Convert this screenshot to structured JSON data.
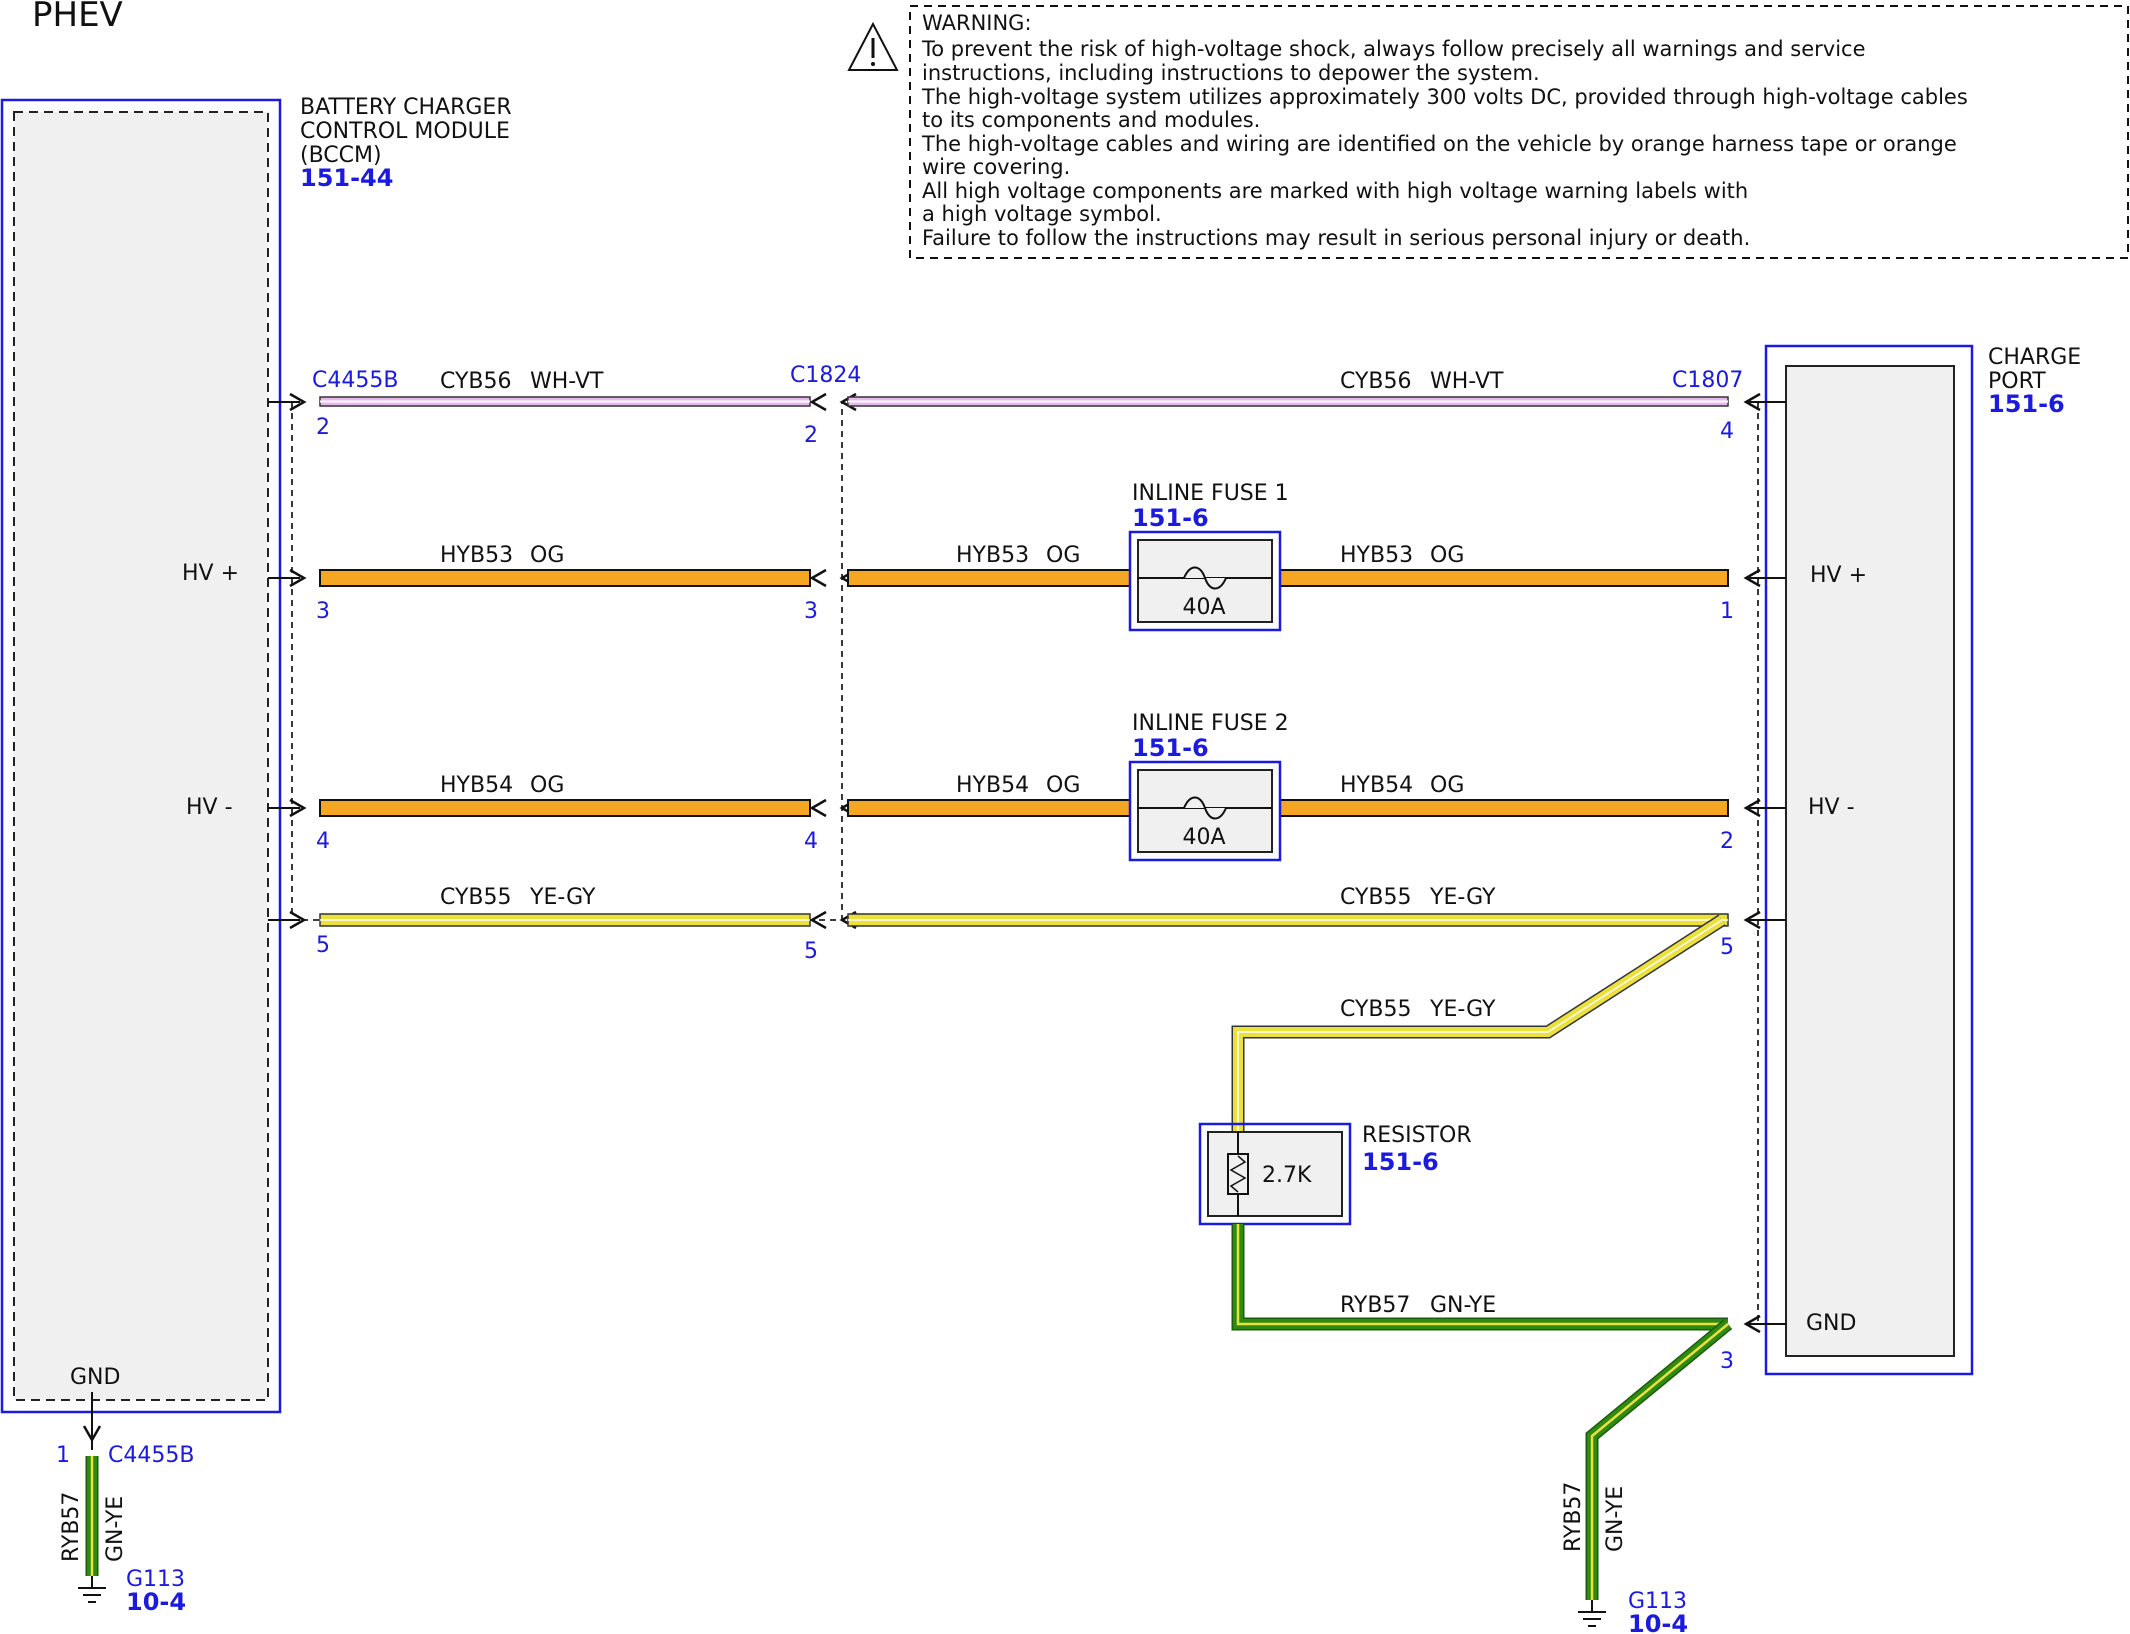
{
  "page": {
    "title": "PHEV"
  },
  "warning": {
    "heading": "WARNING:",
    "lines": [
      "To prevent the risk of high-voltage shock, always follow precisely all warnings and service",
      "instructions, including instructions to depower the system.",
      "The high-voltage system utilizes approximately 300 volts DC, provided through high-voltage cables",
      "to its components and modules.",
      "The high-voltage cables and wiring are identified on the vehicle by orange harness tape or orange",
      "wire covering.",
      "All high voltage components are marked with high voltage warning labels with",
      "a high voltage symbol.",
      "Failure to follow the instructions may result in serious personal injury or death."
    ]
  },
  "bccm": {
    "name_line1": "BATTERY CHARGER",
    "name_line2": "CONTROL MODULE",
    "name_line3": "(BCCM)",
    "ref": "151-44",
    "pin_hv_plus": "HV +",
    "pin_hv_minus": "HV -",
    "pin_gnd": "GND"
  },
  "charge_port": {
    "name_line1": "CHARGE",
    "name_line2": "PORT",
    "ref": "151-6",
    "pin_hv_plus": "HV +",
    "pin_hv_minus": "HV -",
    "pin_gnd": "GND"
  },
  "connectors": {
    "c4455b": "C4455B",
    "c1824": "C1824",
    "c1807": "C1807",
    "c4455b_gnd": "C4455B"
  },
  "pins": {
    "c4455b": [
      "2",
      "3",
      "4",
      "5"
    ],
    "c1824": [
      "2",
      "3",
      "4",
      "5"
    ],
    "c1807": [
      "4",
      "1",
      "2",
      "5",
      "3"
    ],
    "c4455b_gnd": "1"
  },
  "wires": {
    "cyb56_id": "CYB56",
    "cyb56_color": "WH-VT",
    "hyb53_id": "HYB53",
    "hyb53_color": "OG",
    "hyb54_id": "HYB54",
    "hyb54_color": "OG",
    "cyb55_id": "CYB55",
    "cyb55_color": "YE-GY",
    "ryb57_id": "RYB57",
    "ryb57_color": "GN-YE"
  },
  "fuse1": {
    "name": "INLINE FUSE 1",
    "ref": "151-6",
    "rating": "40A"
  },
  "fuse2": {
    "name": "INLINE FUSE 2",
    "ref": "151-6",
    "rating": "40A"
  },
  "resistor": {
    "name": "RESISTOR",
    "ref": "151-6",
    "value": "2.7K"
  },
  "grounds": {
    "left": {
      "name": "G113",
      "ref": "10-4"
    },
    "right": {
      "name": "G113",
      "ref": "10-4"
    }
  },
  "colors": {
    "component_border": "#1a1ae0",
    "label_blue": "#1a1ae0",
    "module_fill": "#f0f0f0",
    "wire_orange": "#f5a623",
    "wire_yellow": "#ece03a",
    "wire_green": "#2e8b12",
    "wire_white_violet": "#e6b8ec"
  }
}
